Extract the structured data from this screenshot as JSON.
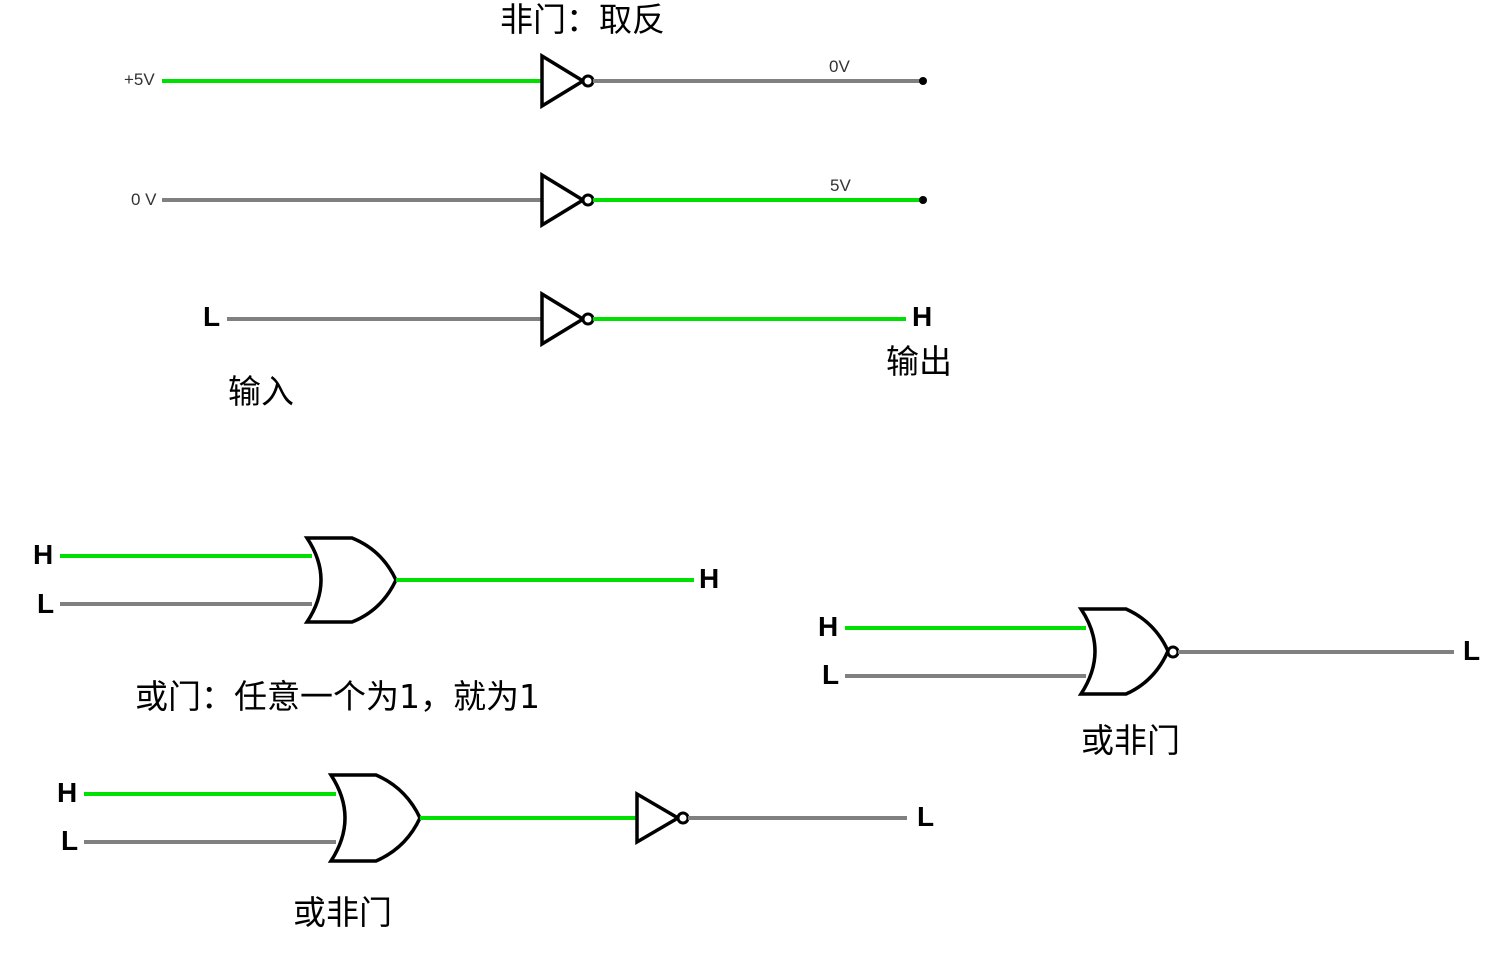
{
  "colors": {
    "high": "#00e000",
    "low": "#808080",
    "outline": "#000000",
    "background": "#ffffff"
  },
  "not_gate": {
    "title": "非门：取反",
    "row1": {
      "input": "+5V",
      "output": "0V"
    },
    "row2": {
      "input": "0 V",
      "output": "5V"
    },
    "row3": {
      "input": "L",
      "output": "H",
      "input_caption": "输入",
      "output_caption": "输出"
    }
  },
  "or_gate": {
    "input_a": "H",
    "input_b": "L",
    "output": "H",
    "caption": "或门：任意一个为1，就为1"
  },
  "or_not_chain": {
    "input_a": "H",
    "input_b": "L",
    "output": "L",
    "caption": "或非门"
  },
  "nor_gate": {
    "input_a": "H",
    "input_b": "L",
    "output": "L",
    "caption": "或非门"
  }
}
